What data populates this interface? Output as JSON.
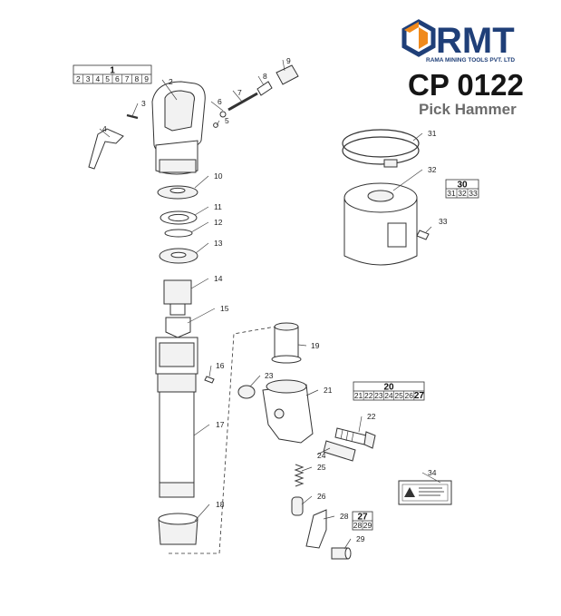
{
  "brand": {
    "name": "RMT",
    "company": "RAMA MINING TOOLS PVT. LTD",
    "colors": {
      "primary": "#1f3f78",
      "accent": "#f08a1c"
    },
    "icon": "hexagon-logo-icon"
  },
  "header": {
    "model": "CP 0122",
    "product": "Pick Hammer"
  },
  "kits": [
    {
      "id": "1",
      "parts": [
        "2",
        "3",
        "4",
        "5",
        "6",
        "7",
        "8",
        "9"
      ]
    },
    {
      "id": "30",
      "parts": [
        "31",
        "32",
        "33"
      ]
    },
    {
      "id": "20",
      "parts": [
        "21",
        "22",
        "23",
        "24",
        "25",
        "26",
        "27"
      ]
    },
    {
      "id": "27",
      "parts": [
        "28",
        "29"
      ]
    }
  ],
  "callouts": [
    {
      "label": "2"
    },
    {
      "label": "3"
    },
    {
      "label": "4"
    },
    {
      "label": "5"
    },
    {
      "label": "6"
    },
    {
      "label": "7"
    },
    {
      "label": "8"
    },
    {
      "label": "9"
    },
    {
      "label": "10"
    },
    {
      "label": "11"
    },
    {
      "label": "12"
    },
    {
      "label": "13"
    },
    {
      "label": "14"
    },
    {
      "label": "15"
    },
    {
      "label": "16"
    },
    {
      "label": "17"
    },
    {
      "label": "18"
    },
    {
      "label": "19"
    },
    {
      "label": "21"
    },
    {
      "label": "22"
    },
    {
      "label": "23"
    },
    {
      "label": "24"
    },
    {
      "label": "25"
    },
    {
      "label": "26"
    },
    {
      "label": "28"
    },
    {
      "label": "29"
    },
    {
      "label": "31"
    },
    {
      "label": "32"
    },
    {
      "label": "33"
    },
    {
      "label": "34"
    }
  ]
}
